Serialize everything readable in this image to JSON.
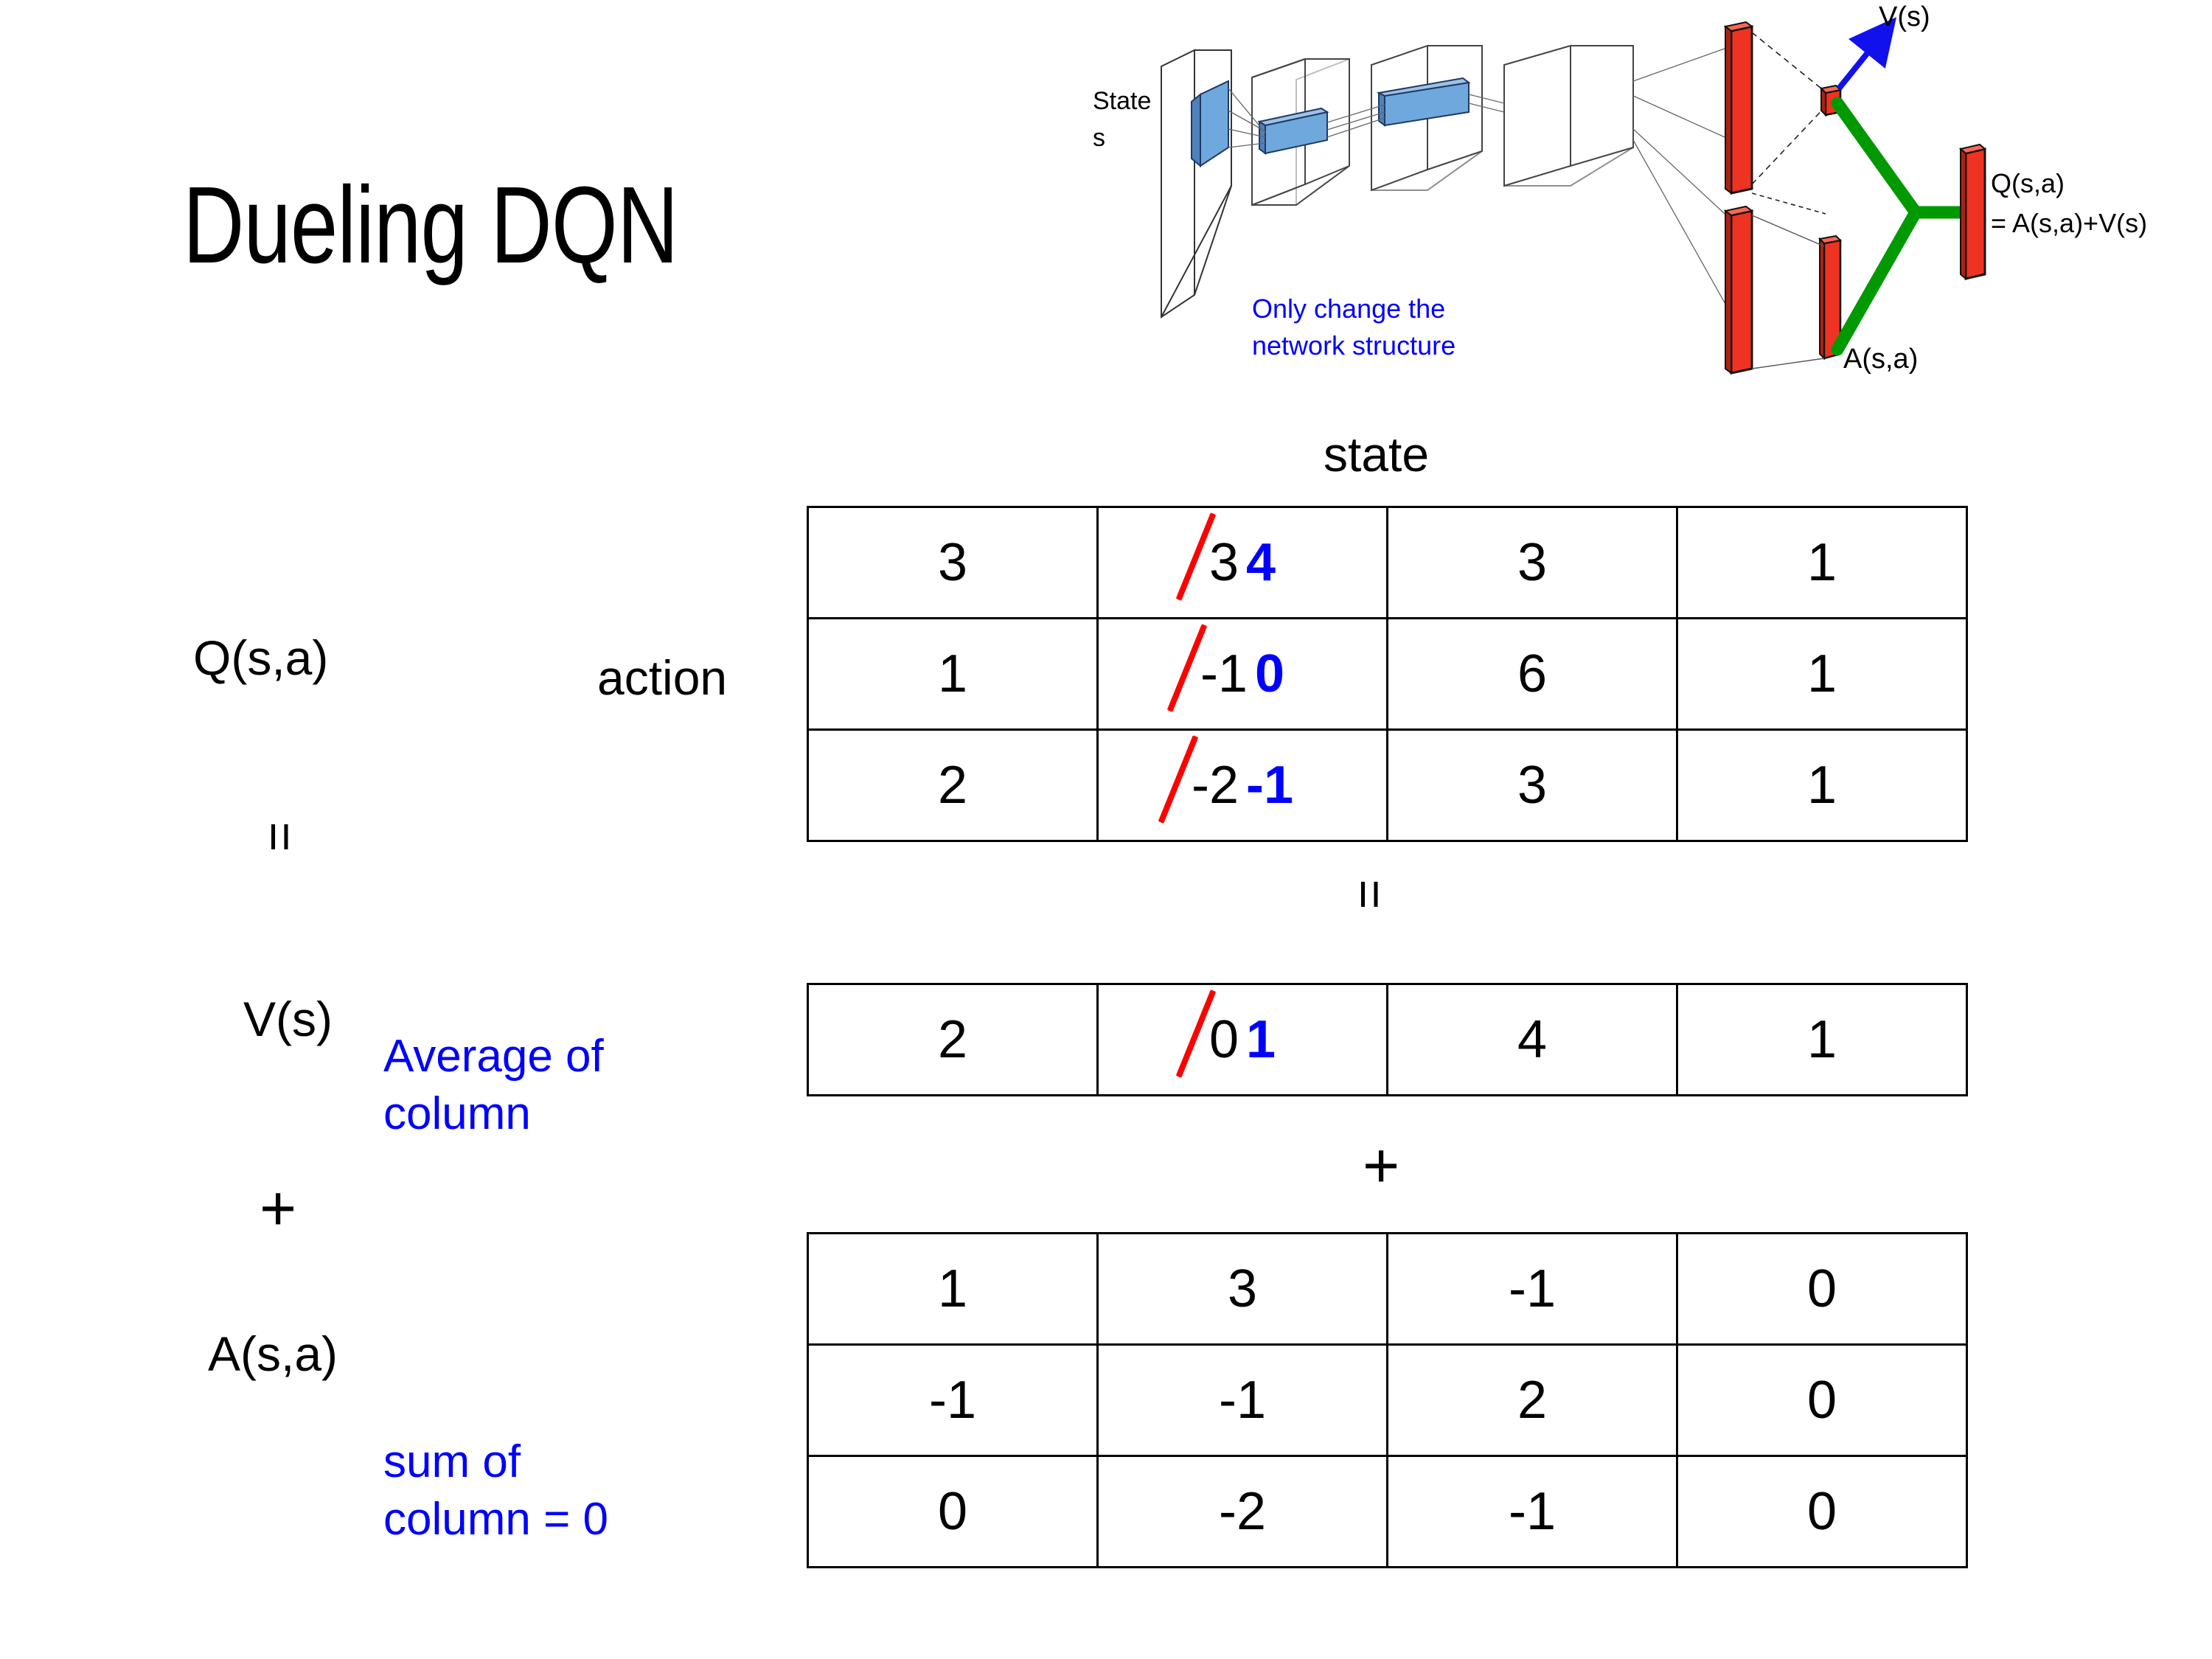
{
  "slide": {
    "title": "Dueling DQN",
    "background": "#ffffff"
  },
  "colors": {
    "highlight_new": "#0000ff",
    "strikethrough": "#ff0000",
    "annotation": "#0000ff",
    "bar_red": "#ee3322",
    "block_blue": "#6fa8dc",
    "green_merge": "#009900",
    "text": "#000000"
  },
  "diagram": {
    "input_label_line1": "State",
    "input_label_line2": "s",
    "annotation_line1": "Only change the",
    "annotation_line2": "network structure",
    "value_stream_label": "V(s)",
    "advantage_stream_label": "A(s,a)",
    "output_label_line1": "Q(s,a)",
    "output_label_line2": "= A(s,a)+V(s)"
  },
  "axis_labels": {
    "state": "state",
    "action": "action"
  },
  "left_labels": {
    "q": "Q(s,a)",
    "equals": "=",
    "v": "V(s)",
    "plus": "+",
    "a": "A(s,a)",
    "avg_note_line1": "Average of",
    "avg_note_line2": "column",
    "sum_note_line1": "sum of",
    "sum_note_line2": "column = 0"
  },
  "operators": {
    "between_q_and_v": "=",
    "between_v_and_a": "+"
  },
  "q_table": {
    "name": "Q(s,a)",
    "rows": [
      [
        {
          "value": "3"
        },
        {
          "value": "3",
          "struck": true,
          "replacement": "4"
        },
        {
          "value": "3"
        },
        {
          "value": "1"
        }
      ],
      [
        {
          "value": "1"
        },
        {
          "value": "-1",
          "struck": true,
          "replacement": "0"
        },
        {
          "value": "6"
        },
        {
          "value": "1"
        }
      ],
      [
        {
          "value": "2"
        },
        {
          "value": "-2",
          "struck": true,
          "replacement": "-1"
        },
        {
          "value": "3"
        },
        {
          "value": "1"
        }
      ]
    ]
  },
  "v_table": {
    "name": "V(s)",
    "rows": [
      [
        {
          "value": "2"
        },
        {
          "value": "0",
          "struck": true,
          "replacement": "1"
        },
        {
          "value": "4"
        },
        {
          "value": "1"
        }
      ]
    ]
  },
  "a_table": {
    "name": "A(s,a)",
    "rows": [
      [
        {
          "value": "1"
        },
        {
          "value": "3"
        },
        {
          "value": "-1"
        },
        {
          "value": "0"
        }
      ],
      [
        {
          "value": "-1"
        },
        {
          "value": "-1"
        },
        {
          "value": "2"
        },
        {
          "value": "0"
        }
      ],
      [
        {
          "value": "0"
        },
        {
          "value": "-2"
        },
        {
          "value": "-1"
        },
        {
          "value": "0"
        }
      ]
    ]
  }
}
